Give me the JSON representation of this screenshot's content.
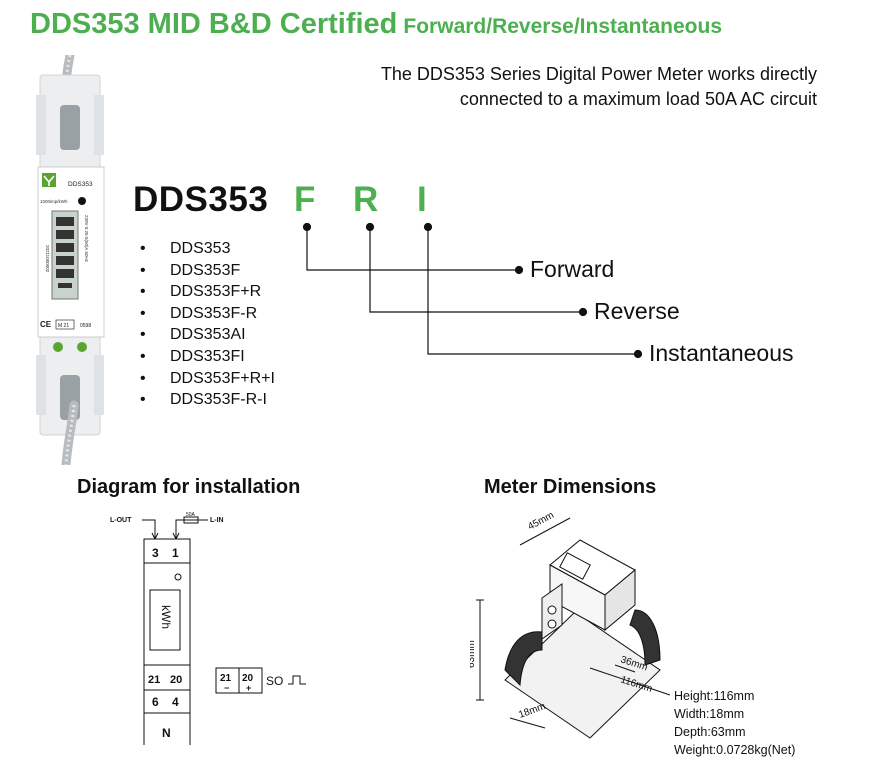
{
  "header": {
    "title": "DDS353 MID B&D Certified",
    "subtitle": "Forward/Reverse/Instantaneous",
    "description_line1": "The DDS353 Series Digital Power Meter works directly",
    "description_line2": "connected to a maximum load 50A AC circuit"
  },
  "model_code": {
    "base": "DDS353",
    "letters": [
      "F",
      "R",
      "I"
    ],
    "options": [
      "Forward",
      "Reverse",
      "Instantaneous"
    ]
  },
  "variants": [
    "DDS353",
    "DDS353F",
    "DDS353F+R",
    "DDS353F-R",
    "DDS353AI",
    "DDS353FI",
    "DDS353F+R+I",
    "DDS353F-R-I"
  ],
  "bullet": "•",
  "product_photo": {
    "brand_text": "DDS353",
    "pulse_text": "1000imp/kWh",
    "rating_text": "230V 0.25-5(50)A 50Hz",
    "serial_text": "20211000002",
    "ce_text": "CE",
    "mid_text": "M 21",
    "notified_text": "0598"
  },
  "installation": {
    "heading": "Diagram for installation",
    "l_out": "L-OUT",
    "l_in": "L-IN",
    "fuse": "50A",
    "term_top_left": "3",
    "term_top_right": "1",
    "display_label": "kWh",
    "pulse_left": "21",
    "pulse_right": "20",
    "term_bottom_left": "6",
    "term_bottom_right": "4",
    "neutral": "N",
    "so_left": "21",
    "so_right": "20",
    "so_minus": "−",
    "so_plus": "+",
    "so_label": "SO"
  },
  "dimensions": {
    "heading": "Meter Dimensions",
    "dim_45": "45mm",
    "dim_63": "63mm",
    "dim_36": "36mm",
    "dim_116": "116mm",
    "dim_18": "18mm",
    "specs": [
      "Height:116mm",
      "Width:18mm",
      "Depth:63mm",
      "Weight:0.0728kg(Net)"
    ]
  },
  "colors": {
    "accent": "#4caf50",
    "text": "#111111"
  }
}
